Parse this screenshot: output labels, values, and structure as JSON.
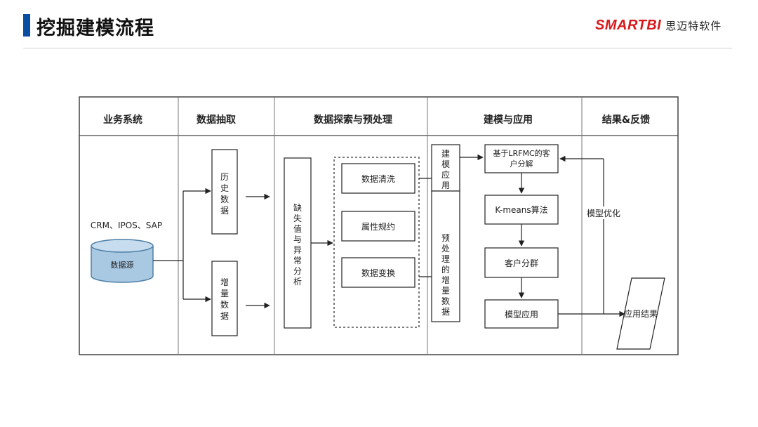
{
  "header": {
    "title": "挖掘建模流程",
    "logo_mark": "SMARTBI",
    "logo_cn": "思迈特软件"
  },
  "colors": {
    "title_accent": "#0a4ea3",
    "logo_red": "#d7191c",
    "db_fill": "#a9c9e3",
    "db_stroke": "#4f7fa6"
  },
  "diagram": {
    "columns": [
      "业务系统",
      "数据抽取",
      "数据探索与预处理",
      "建模与应用",
      "结果&反馈"
    ],
    "sources_label": "CRM、IPOS、SAP",
    "database_label": "数据源",
    "history_data": "历史数据",
    "increment_data": "增量数据",
    "missing_analysis": "缺失值与异常分析",
    "preprocess_steps": [
      "数据清洗",
      "属性规约",
      "数据变换"
    ],
    "modeling_app": "建模应用",
    "preprocessed_data": "预处理的增量数据",
    "flow_steps": [
      "基于LRFMC的客户分解",
      "K-means算法",
      "客户分群",
      "模型应用"
    ],
    "result": "应用结果",
    "feedback": "模型优化"
  }
}
